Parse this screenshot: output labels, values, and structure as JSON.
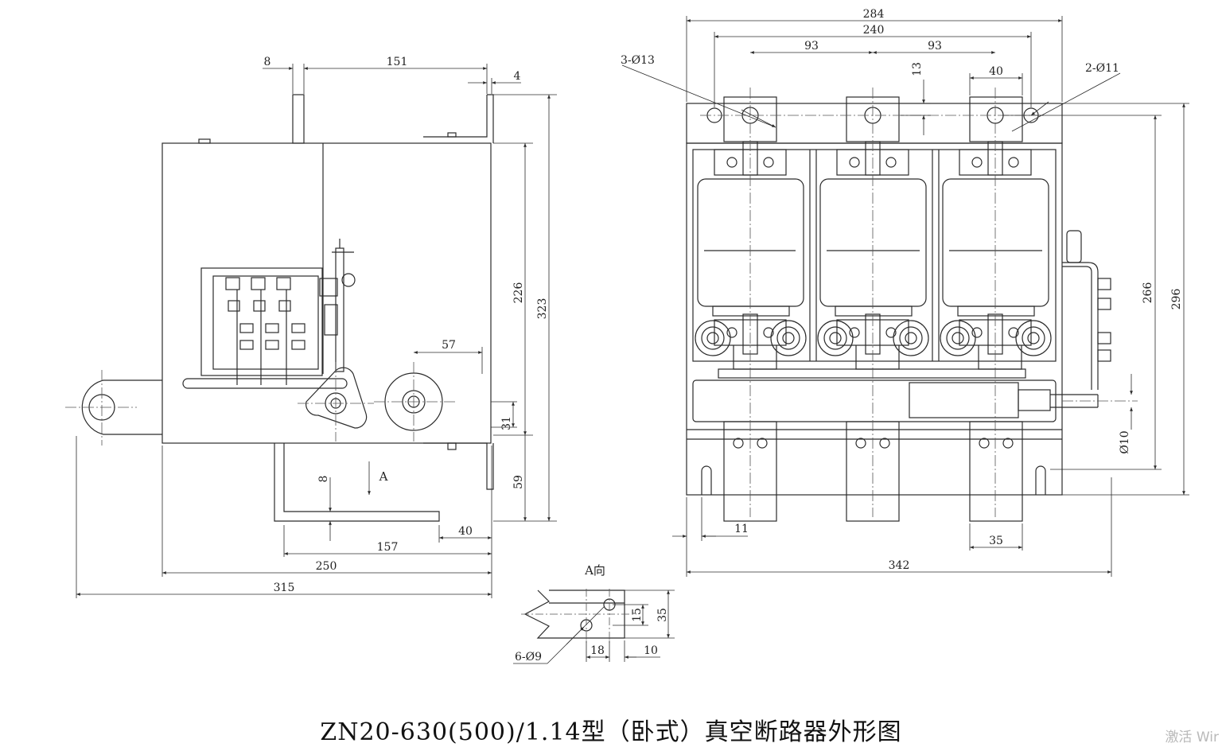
{
  "caption": "ZN20-630(500)/1.14型（卧式）真空断路器外形图",
  "watermark": "激活 Wir",
  "view_label": "A向",
  "arrow_label": "A",
  "dims": {
    "d8_top": "8",
    "d151": "151",
    "d4": "4",
    "d226": "226",
    "d323": "323",
    "d57": "57",
    "d31": "31",
    "d59": "59",
    "d8_mid": "8",
    "d40_left": "40",
    "d157": "157",
    "d250": "250",
    "d315": "315",
    "d284": "284",
    "d240": "240",
    "d93a": "93",
    "d93b": "93",
    "d13": "13",
    "d40_right": "40",
    "hole3": "3-Ø13",
    "hole2": "2-Ø11",
    "d266": "266",
    "d296": "296",
    "d10": "Ø10",
    "d11": "11",
    "d35": "35",
    "d342": "342",
    "a15": "15",
    "a35": "35",
    "a18": "18",
    "a10": "10",
    "hole6": "6-Ø9"
  },
  "colors": {
    "line": "#2b2b2b",
    "center": "#555555",
    "text": "#222222"
  }
}
